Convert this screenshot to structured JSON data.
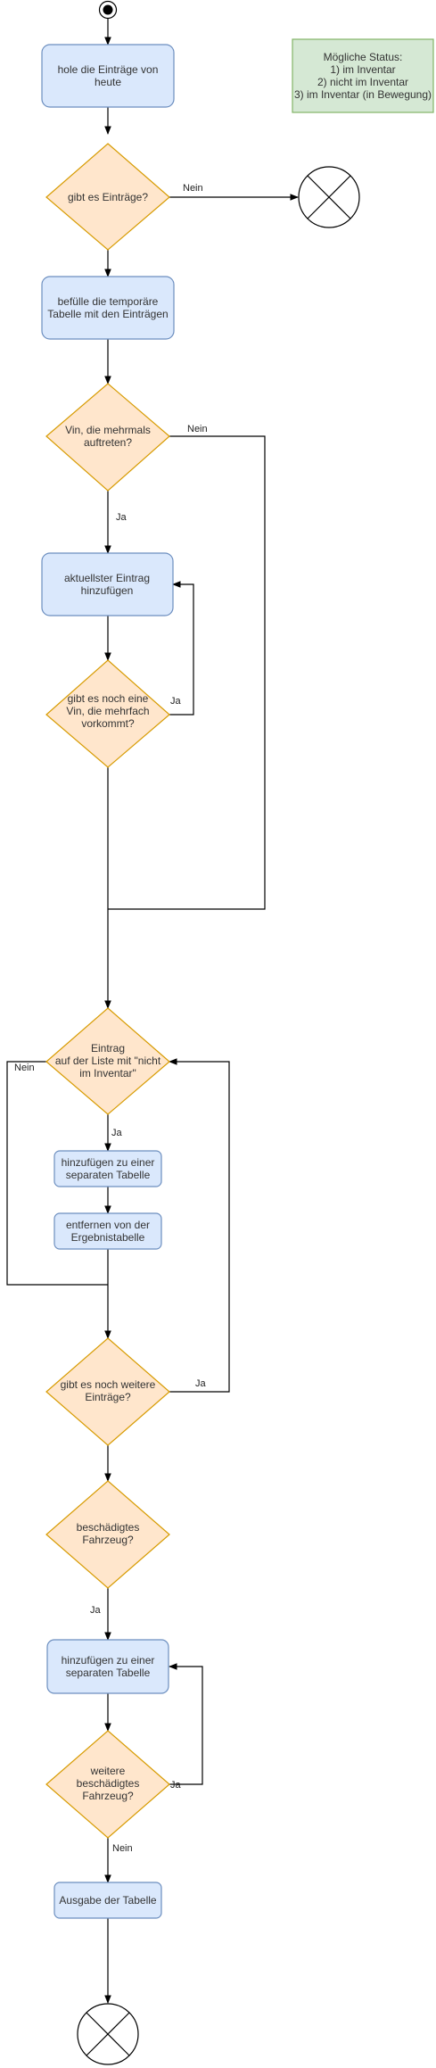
{
  "nodes": {
    "n1": [
      "hole die Einträge von",
      "heute"
    ],
    "d1": [
      "gibt es Einträge?"
    ],
    "n2": [
      "befülle die temporäre",
      "Tabelle mit den Einträgen"
    ],
    "d2": [
      "Vin, die mehrmals",
      "auftreten?"
    ],
    "n3": [
      "aktuellster Eintrag",
      "hinzufügen"
    ],
    "d3": [
      "gibt es noch eine",
      "Vin, die mehrfach",
      "vorkommt?"
    ],
    "d4": [
      "Eintrag",
      "auf der Liste mit \"nicht",
      "im Inventar\""
    ],
    "n4": [
      "hinzufügen zu einer",
      "separaten Tabelle"
    ],
    "n5": [
      "entfernen von der",
      "Ergebnistabelle"
    ],
    "d5": [
      "gibt es noch weitere",
      "Einträge?"
    ],
    "d6": [
      "beschädigtes",
      "Fahrzeug?"
    ],
    "n6": [
      "hinzufügen zu einer",
      "separaten Tabelle"
    ],
    "d7": [
      "weitere",
      "beschädigtes",
      "Fahrzeug?"
    ],
    "n7": [
      "Ausgabe der Tabelle"
    ],
    "note": [
      "Mögliche Status:",
      "1) im Inventar",
      "2) nicht im Inventar",
      "3) im Inventar (in Bewegung)"
    ]
  },
  "labels": {
    "d1_no": "Nein",
    "d2_no": "Nein",
    "d2_yes": "Ja",
    "d3_yes": "Ja",
    "d4_no": "Nein",
    "d4_yes": "Ja",
    "d5_yes": "Ja",
    "d6_yes": "Ja",
    "d7_yes": "Ja",
    "d7_no": "Nein"
  }
}
